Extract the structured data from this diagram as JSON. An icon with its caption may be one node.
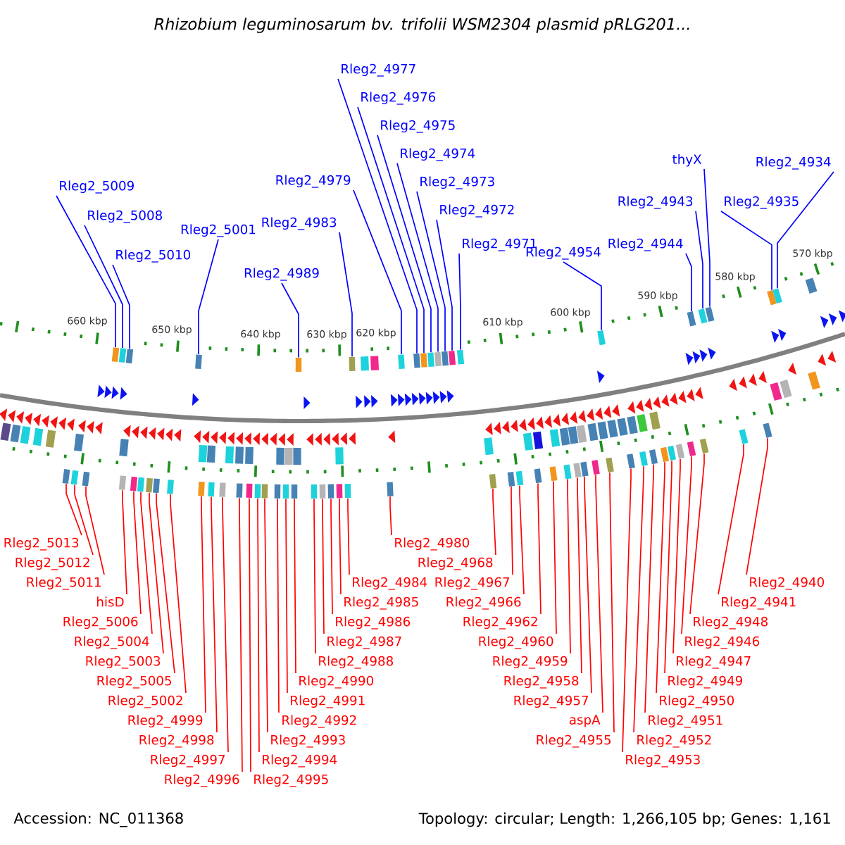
{
  "diagram": {
    "title": "Rhizobium leguminosarum bv. trifolii WSM2304 plasmid pRLG201...",
    "nodes": [
      {
        "text": [
          "Rleg2_5009"
        ]
      },
      {
        "text": [
          "Rleg2_5008"
        ]
      },
      {
        "text": [
          "Rleg2_5010"
        ]
      },
      {
        "text": [
          "Rleg2_5001"
        ]
      },
      {
        "text": [
          "Rleg2_4989"
        ]
      },
      {
        "text": [
          "Rleg2_4983"
        ]
      },
      {
        "text": [
          "Rleg2_4979"
        ]
      },
      {
        "text": [
          "Rleg2_4977"
        ]
      },
      {
        "text": [
          "Rleg2_4976"
        ]
      },
      {
        "text": [
          "Rleg2_4975"
        ]
      },
      {
        "text": [
          "Rleg2_4974"
        ]
      },
      {
        "text": [
          "Rleg2_4973"
        ]
      },
      {
        "text": [
          "Rleg2_4972"
        ]
      },
      {
        "text": [
          "Rleg2_4971"
        ]
      },
      {
        "text": [
          "Rleg2_4954"
        ]
      },
      {
        "text": [
          "Rleg2_4944"
        ]
      },
      {
        "text": [
          "Rleg2_4943"
        ]
      },
      {
        "text": [
          "thyX"
        ]
      },
      {
        "text": [
          "Rleg2_4935"
        ]
      },
      {
        "text": [
          "Rleg2_4934"
        ]
      },
      {
        "text": [
          "Rleg2_5013"
        ]
      },
      {
        "text": [
          "Rleg2_5012"
        ]
      },
      {
        "text": [
          "Rleg2_5011"
        ]
      },
      {
        "text": [
          "hisD"
        ]
      },
      {
        "text": [
          "Rleg2_5006"
        ]
      },
      {
        "text": [
          "Rleg2_5004"
        ]
      },
      {
        "text": [
          "Rleg2_5003"
        ]
      },
      {
        "text": [
          "Rleg2_5005"
        ]
      },
      {
        "text": [
          "Rleg2_5002"
        ]
      },
      {
        "text": [
          "Rleg2_4999"
        ]
      },
      {
        "text": [
          "Rleg2_4998"
        ]
      },
      {
        "text": [
          "Rleg2_4997"
        ]
      },
      {
        "text": [
          "Rleg2_4996"
        ]
      },
      {
        "text": [
          "Rleg2_4995"
        ]
      },
      {
        "text": [
          "Rleg2_4994"
        ]
      },
      {
        "text": [
          "Rleg2_4993"
        ]
      },
      {
        "text": [
          "Rleg2_4992"
        ]
      },
      {
        "text": [
          "Rleg2_4991"
        ]
      },
      {
        "text": [
          "Rleg2_4990"
        ]
      },
      {
        "text": [
          "Rleg2_4988"
        ]
      },
      {
        "text": [
          "Rleg2_4987"
        ]
      },
      {
        "text": [
          "Rleg2_4986"
        ]
      },
      {
        "text": [
          "Rleg2_4985"
        ]
      },
      {
        "text": [
          "Rleg2_4984"
        ]
      },
      {
        "text": [
          "Rleg2_4980"
        ]
      },
      {
        "text": [
          "Rleg2_4968"
        ]
      },
      {
        "text": [
          "Rleg2_4967"
        ]
      },
      {
        "text": [
          "Rleg2_4966"
        ]
      },
      {
        "text": [
          "Rleg2_4962"
        ]
      },
      {
        "text": [
          "Rleg2_4960"
        ]
      },
      {
        "text": [
          "Rleg2_4959"
        ]
      },
      {
        "text": [
          "Rleg2_4958"
        ]
      },
      {
        "text": [
          "Rleg2_4957"
        ]
      },
      {
        "text": [
          "aspA"
        ]
      },
      {
        "text": [
          "Rleg2_4955"
        ]
      },
      {
        "text": [
          "Rleg2_4953"
        ]
      },
      {
        "text": [
          "Rleg2_4952"
        ]
      },
      {
        "text": [
          "Rleg2_4951"
        ]
      },
      {
        "text": [
          "Rleg2_4950"
        ]
      },
      {
        "text": [
          "Rleg2_4949"
        ]
      },
      {
        "text": [
          "Rleg2_4947"
        ]
      },
      {
        "text": [
          "Rleg2_4946"
        ]
      },
      {
        "text": [
          "Rleg2_4948"
        ]
      },
      {
        "text": [
          "Rleg2_4941"
        ]
      },
      {
        "text": [
          "Rleg2_4940"
        ]
      },
      {
        "text": [],
        "shape": "box"
      },
      {
        "text": [],
        "shape": "box"
      },
      {
        "text": [],
        "shape": "box"
      },
      {
        "text": [],
        "shape": "box"
      },
      {
        "text": [],
        "shape": "box"
      },
      {
        "text": [],
        "shape": "box"
      },
      {
        "text": [],
        "shape": "box"
      },
      {
        "text": [],
        "shape": "box"
      },
      {
        "text": [],
        "shape": "box"
      },
      {
        "text": [],
        "shape": "box"
      },
      {
        "text": [],
        "shape": "box"
      },
      {
        "text": [],
        "shape": "box"
      },
      {
        "text": [],
        "shape": "box"
      },
      {
        "text": [],
        "shape": "box"
      },
      {
        "text": [],
        "shape": "box"
      },
      {
        "text": [],
        "shape": "box"
      },
      {
        "text": [],
        "shape": "box"
      },
      {
        "text": [],
        "shape": "box"
      },
      {
        "text": [],
        "shape": "box"
      },
      {
        "text": [],
        "shape": "box"
      },
      {
        "text": [],
        "shape": "box"
      },
      {
        "text": [],
        "shape": "box"
      },
      {
        "text": [],
        "shape": "box"
      },
      {
        "text": [],
        "shape": "box"
      },
      {
        "text": [],
        "shape": "box"
      },
      {
        "text": [],
        "shape": "box"
      },
      {
        "text": [],
        "shape": "box"
      },
      {
        "text": [],
        "shape": "box"
      },
      {
        "text": [],
        "shape": "box"
      },
      {
        "text": [],
        "shape": "box"
      },
      {
        "text": [],
        "shape": "box"
      },
      {
        "text": [],
        "shape": "box"
      },
      {
        "text": [],
        "shape": "box"
      },
      {
        "text": [],
        "shape": "box"
      },
      {
        "text": [],
        "shape": "box"
      },
      {
        "text": [],
        "shape": "box"
      },
      {
        "text": [],
        "shape": "box"
      },
      {
        "text": [],
        "shape": "box"
      },
      {
        "text": [],
        "shape": "box"
      },
      {
        "text": [],
        "shape": "box"
      },
      {
        "text": [],
        "shape": "box"
      },
      {
        "text": [],
        "shape": "box"
      },
      {
        "text": [],
        "shape": "box"
      },
      {
        "text": [],
        "shape": "box"
      },
      {
        "text": [],
        "shape": "box"
      },
      {
        "text": [],
        "shape": "box"
      },
      {
        "text": [],
        "shape": "box"
      },
      {
        "text": [],
        "shape": "box"
      },
      {
        "text": [],
        "shape": "box"
      },
      {
        "text": [],
        "shape": "box"
      },
      {
        "text": [],
        "shape": "box"
      },
      {
        "text": [],
        "shape": "box"
      },
      {
        "text": [],
        "shape": "box"
      },
      {
        "text": [],
        "shape": "box"
      },
      {
        "text": [],
        "shape": "box"
      },
      {
        "text": [],
        "shape": "box"
      },
      {
        "text": [],
        "shape": "box"
      },
      {
        "text": [],
        "shape": "box"
      },
      {
        "text": [],
        "shape": "box"
      },
      {
        "text": [],
        "shape": "box"
      },
      {
        "text": [],
        "shape": "box"
      },
      {
        "text": [],
        "shape": "box"
      },
      {
        "text": [],
        "shape": "box"
      },
      {
        "text": [],
        "shape": "box"
      },
      {
        "text": [],
        "shape": "box"
      }
    ],
    "edges": [
      {
        "from": 0,
        "to": 68,
        "arrow": "none",
        "color": "#0000ff"
      },
      {
        "from": 1,
        "to": 69,
        "arrow": "none",
        "color": "#0000ff"
      },
      {
        "from": 2,
        "to": 71,
        "arrow": "none",
        "color": "#0000ff"
      },
      {
        "from": 3,
        "to": 77,
        "arrow": "none",
        "color": "#0000ff"
      },
      {
        "from": 4,
        "to": 88,
        "arrow": "none",
        "color": "#0000ff"
      },
      {
        "from": 5,
        "to": 94,
        "arrow": "none",
        "color": "#0000ff"
      },
      {
        "from": 6,
        "to": 96,
        "arrow": "none",
        "color": "#0000ff"
      },
      {
        "from": 7,
        "to": 97,
        "arrow": "none",
        "color": "#0000ff"
      },
      {
        "from": 8,
        "to": 98,
        "arrow": "none",
        "color": "#0000ff"
      },
      {
        "from": 9,
        "to": 99,
        "arrow": "none",
        "color": "#0000ff"
      },
      {
        "from": 10,
        "to": 100,
        "arrow": "none",
        "color": "#0000ff"
      },
      {
        "from": 11,
        "to": 101,
        "arrow": "none",
        "color": "#0000ff"
      },
      {
        "from": 12,
        "to": 102,
        "arrow": "none",
        "color": "#0000ff"
      },
      {
        "from": 13,
        "to": 103,
        "arrow": "none",
        "color": "#0000ff"
      },
      {
        "from": 14,
        "to": 113,
        "arrow": "none",
        "color": "#0000ff"
      },
      {
        "from": 15,
        "to": 121,
        "arrow": "none",
        "color": "#0000ff"
      },
      {
        "from": 16,
        "to": 123,
        "arrow": "none",
        "color": "#0000ff"
      },
      {
        "from": 17,
        "to": 125,
        "arrow": "none",
        "color": "#0000ff"
      },
      {
        "from": 18,
        "to": 128,
        "arrow": "none",
        "color": "#0000ff"
      },
      {
        "from": 19,
        "to": 129,
        "arrow": "none",
        "color": "#0000ff"
      },
      {
        "from": 20,
        "to": 65,
        "arrow": "none"
      },
      {
        "from": 21,
        "to": 66,
        "arrow": "none"
      },
      {
        "from": 22,
        "to": 67,
        "arrow": "none"
      },
      {
        "from": 23,
        "to": 70,
        "arrow": "none"
      },
      {
        "from": 24,
        "to": 72,
        "arrow": "none"
      },
      {
        "from": 25,
        "to": 73,
        "arrow": "none"
      },
      {
        "from": 26,
        "to": 74,
        "arrow": "none"
      },
      {
        "from": 27,
        "to": 75,
        "arrow": "none"
      },
      {
        "from": 28,
        "to": 76,
        "arrow": "none"
      },
      {
        "from": 29,
        "to": 78,
        "arrow": "none"
      },
      {
        "from": 30,
        "to": 79,
        "arrow": "none"
      },
      {
        "from": 31,
        "to": 80,
        "arrow": "none"
      },
      {
        "from": 32,
        "to": 81,
        "arrow": "none"
      },
      {
        "from": 33,
        "to": 82,
        "arrow": "none"
      },
      {
        "from": 34,
        "to": 83,
        "arrow": "none"
      },
      {
        "from": 35,
        "to": 84,
        "arrow": "none"
      },
      {
        "from": 36,
        "to": 85,
        "arrow": "none"
      },
      {
        "from": 37,
        "to": 86,
        "arrow": "none"
      },
      {
        "from": 38,
        "to": 87,
        "arrow": "none"
      },
      {
        "from": 39,
        "to": 89,
        "arrow": "none"
      },
      {
        "from": 40,
        "to": 90,
        "arrow": "none"
      },
      {
        "from": 41,
        "to": 91,
        "arrow": "none"
      },
      {
        "from": 42,
        "to": 92,
        "arrow": "none"
      },
      {
        "from": 43,
        "to": 93,
        "arrow": "none"
      },
      {
        "from": 44,
        "to": 95,
        "arrow": "none"
      },
      {
        "from": 45,
        "to": 104,
        "arrow": "none"
      },
      {
        "from": 46,
        "to": 105,
        "arrow": "none"
      },
      {
        "from": 47,
        "to": 106,
        "arrow": "none"
      },
      {
        "from": 48,
        "to": 107,
        "arrow": "none"
      },
      {
        "from": 49,
        "to": 108,
        "arrow": "none"
      },
      {
        "from": 50,
        "to": 109,
        "arrow": "none"
      },
      {
        "from": 51,
        "to": 110,
        "arrow": "none"
      },
      {
        "from": 52,
        "to": 111,
        "arrow": "none"
      },
      {
        "from": 53,
        "to": 112,
        "arrow": "none"
      },
      {
        "from": 54,
        "to": 114,
        "arrow": "none"
      },
      {
        "from": 55,
        "to": 115,
        "arrow": "none"
      },
      {
        "from": 56,
        "to": 116,
        "arrow": "none"
      },
      {
        "from": 57,
        "to": 117,
        "arrow": "none"
      },
      {
        "from": 58,
        "to": 118,
        "arrow": "none"
      },
      {
        "from": 59,
        "to": 119,
        "arrow": "none"
      },
      {
        "from": 60,
        "to": 120,
        "arrow": "none"
      },
      {
        "from": 61,
        "to": 122,
        "arrow": "none"
      },
      {
        "from": 62,
        "to": 124,
        "arrow": "none"
      },
      {
        "from": 63,
        "to": 126,
        "arrow": "none"
      },
      {
        "from": 64,
        "to": 127,
        "arrow": "none"
      }
    ],
    "labels": [
      "660 kbp",
      "650 kbp",
      "640 kbp",
      "630 kbp",
      "620 kbp",
      "610 kbp",
      "600 kbp",
      "590 kbp",
      "580 kbp",
      "570 kbp",
      "Accession: NC_011368",
      "Topology: circular; Length: 1,266,105 bp; Genes: 1,161"
    ]
  }
}
